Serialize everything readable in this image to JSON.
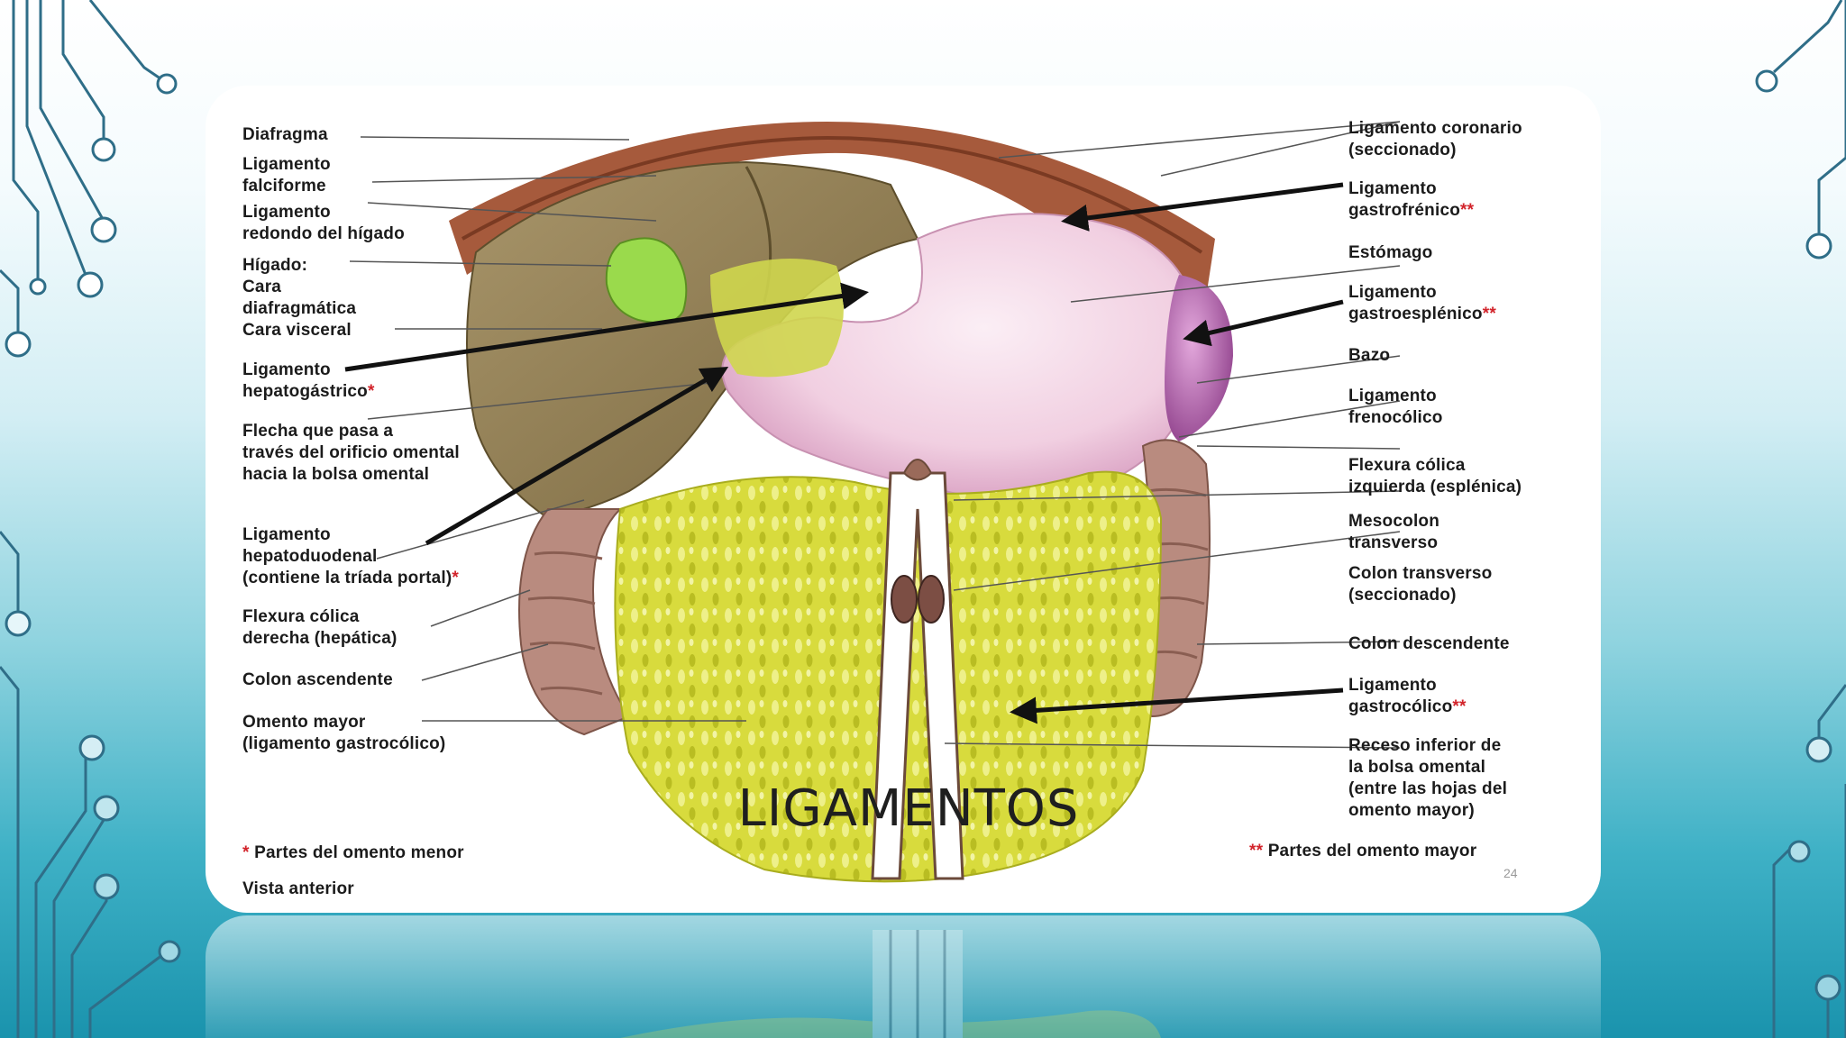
{
  "slide": {
    "title": "LIGAMENTOS",
    "page_number": "24"
  },
  "labels_left": [
    {
      "id": "diafragma",
      "text": "Diafragma",
      "star": ""
    },
    {
      "id": "lig-falciforme",
      "text": "Ligamento\nfalciforme",
      "star": ""
    },
    {
      "id": "lig-redondo",
      "text": "Ligamento\nredondo del hígado",
      "star": ""
    },
    {
      "id": "higado",
      "text": "Hígado:\n   Cara\n   diafragmática\n   Cara visceral",
      "star": ""
    },
    {
      "id": "lig-hepatogastrico",
      "text": "Ligamento\nhepatogástrico",
      "star": "*"
    },
    {
      "id": "flecha-orificio",
      "text": "Flecha que pasa a\ntravés del orificio omental\nhacia la bolsa omental",
      "star": ""
    },
    {
      "id": "lig-hepatoduodenal",
      "text": "Ligamento\nhepatoduodenal\n(contiene la tríada portal)",
      "star": "*"
    },
    {
      "id": "flexura-derecha",
      "text": "Flexura cólica\nderecha (hepática)",
      "star": ""
    },
    {
      "id": "colon-ascendente",
      "text": "Colon ascendente",
      "star": ""
    },
    {
      "id": "omento-mayor",
      "text": "Omento mayor\n(ligamento gastrocólico)",
      "star": ""
    }
  ],
  "labels_right": [
    {
      "id": "lig-coronario",
      "text": "Ligamento coronario\n(seccionado)",
      "star": ""
    },
    {
      "id": "lig-gastrofrenico",
      "text": "Ligamento\ngastrofrénico",
      "star": "**"
    },
    {
      "id": "estomago",
      "text": "Estómago",
      "star": ""
    },
    {
      "id": "lig-gastroesplenico",
      "text": "Ligamento\ngastroesplénico",
      "star": "**"
    },
    {
      "id": "bazo",
      "text": "Bazo",
      "star": ""
    },
    {
      "id": "lig-frenocolico",
      "text": "Ligamento\nfrenocólico",
      "star": ""
    },
    {
      "id": "flexura-izquierda",
      "text": "Flexura cólica\nizquierda (esplénica)",
      "star": ""
    },
    {
      "id": "mesocolon",
      "text": "Mesocolon\ntransverso",
      "star": ""
    },
    {
      "id": "colon-transverso",
      "text": "Colon transverso\n(seccionado)",
      "star": ""
    },
    {
      "id": "colon-descendente",
      "text": "Colon descendente",
      "star": ""
    },
    {
      "id": "lig-gastrocolico",
      "text": "Ligamento\ngastrocólico",
      "star": "**"
    },
    {
      "id": "receso-inferior",
      "text": "Receso inferior de\nla bolsa omental\n(entre las hojas del\nomento mayor)",
      "star": ""
    }
  ],
  "footnotes": {
    "menor_star": "*",
    "menor": "Partes del omento menor",
    "mayor_star": "**",
    "mayor": "Partes del omento mayor",
    "view": "Vista anterior"
  },
  "colors": {
    "omentum": "#d9dc3c",
    "liver": "#8c7a4a",
    "stomach": "#f3d6e6",
    "spleen": "#b05aa8",
    "colon": "#b98b7f",
    "gallbladder": "#96d84a",
    "diaphragm": "#a55b3c",
    "circuit": "#2f7a93"
  }
}
